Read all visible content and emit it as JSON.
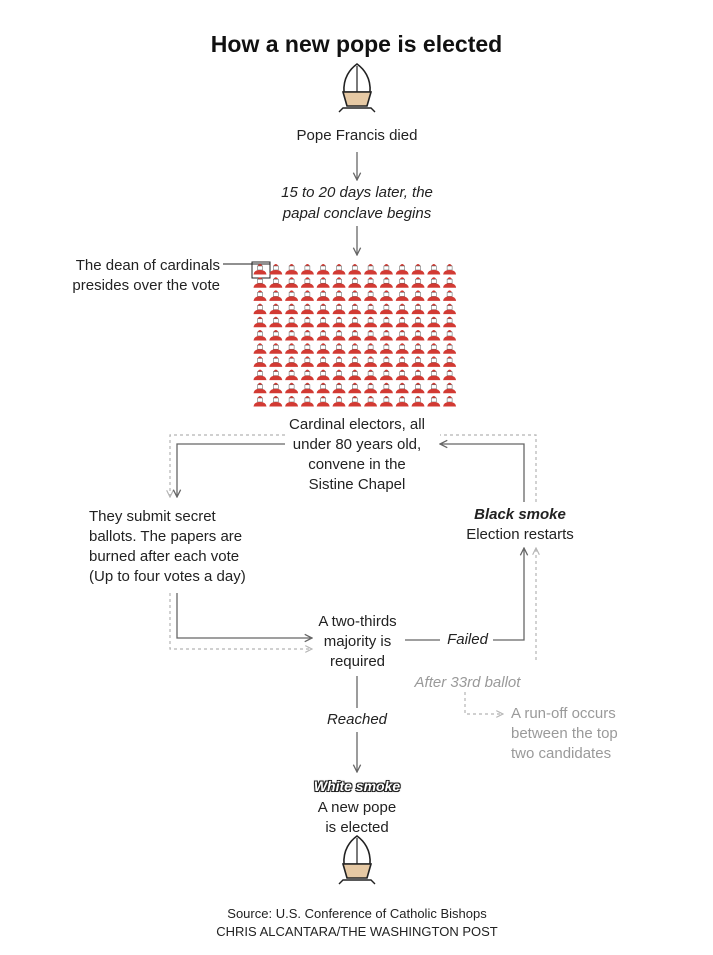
{
  "title": "How a new pope is elected",
  "steps": {
    "pope_died": "Pope Francis died",
    "conclave_line1": "15 to 20 days later, the",
    "conclave_line2": "papal conclave begins",
    "dean_line1": "The dean of cardinals",
    "dean_line2": "presides over the vote",
    "electors_line1": "Cardinal electors, all",
    "electors_line2": "under 80 years old,",
    "electors_line3": "convene in the",
    "electors_line4": "Sistine Chapel",
    "ballots_line1": "They submit secret",
    "ballots_line2": "ballots. The papers are",
    "ballots_line3": "burned after each vote",
    "ballots_line4": "(Up to four votes a day)",
    "black_smoke": "Black smoke",
    "election_restarts": "Election restarts",
    "majority_line1": "A two-thirds",
    "majority_line2": "majority is",
    "majority_line3": "required",
    "failed": "Failed",
    "after_33": "After 33rd ballot",
    "runoff_line1": "A run-off occurs",
    "runoff_line2": "between the top",
    "runoff_line3": "two candidates",
    "reached": "Reached",
    "white_smoke": "White smoke",
    "new_pope_line1": "A new pope",
    "new_pope_line2": "is elected"
  },
  "cardinals": {
    "rows": 11,
    "cols": 13,
    "color": "#d23a33"
  },
  "colors": {
    "arrow": "#666666",
    "dashed": "#b5b5b5",
    "cardinal": "#d23a33",
    "mitre_face": "#e6c9a4"
  },
  "source": "Source: U.S. Conference of Catholic Bishops",
  "credit": "CHRIS ALCANTARA/THE WASHINGTON POST"
}
